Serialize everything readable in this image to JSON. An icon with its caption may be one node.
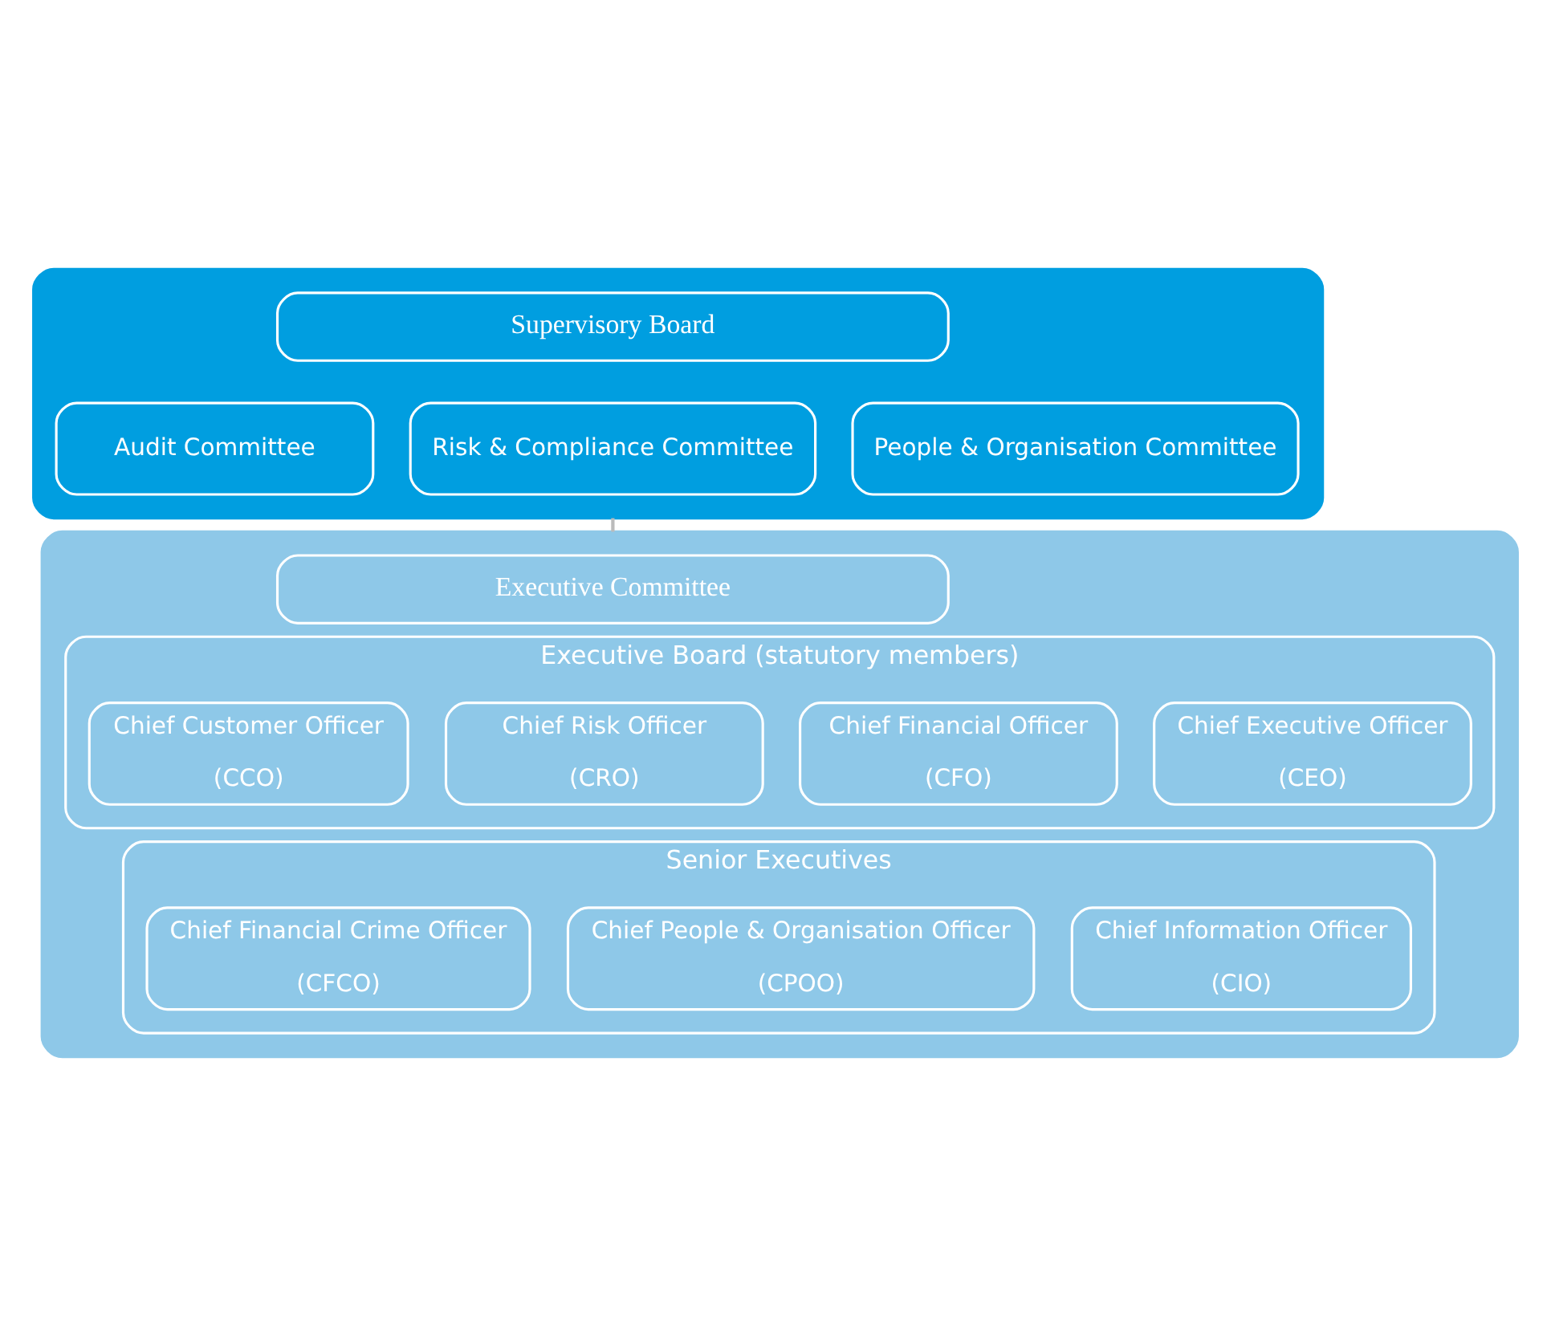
{
  "diagram": {
    "nodes": [
      {
        "text": [],
        "shape": "box"
      },
      {
        "text": [
          "Supervisory Board"
        ],
        "in": 0
      },
      {
        "text": [
          "Audit Committee"
        ],
        "in": 0
      },
      {
        "text": [
          "Risk & Compliance Committee"
        ],
        "in": 0
      },
      {
        "text": [
          "People & Organisation Committee"
        ],
        "in": 0
      },
      {
        "text": [],
        "shape": "box"
      },
      {
        "text": [
          "Executive Committee"
        ],
        "in": 5
      },
      {
        "text": [
          "Executive Board (statutory members)"
        ],
        "in": 5
      },
      {
        "text": [
          "Chief Executive Officer",
          "(CEO)"
        ],
        "in": 7
      },
      {
        "text": [
          "Chief Financial Officer",
          "(CFO)"
        ],
        "in": 7
      },
      {
        "text": [
          "Chief Risk Officer",
          "(CRO)"
        ],
        "in": 7
      },
      {
        "text": [
          "Chief Customer Officer",
          "(CCO)"
        ],
        "in": 7
      },
      {
        "text": [
          "Senior Executives"
        ],
        "in": 5
      },
      {
        "text": [
          "Chief Financial Crime Officer",
          "(CFCO)"
        ],
        "in": 12
      },
      {
        "text": [
          "Chief Information Officer",
          "(CIO)"
        ],
        "in": 12
      },
      {
        "text": [
          "Chief People & Organisation Officer",
          "(CPOO)"
        ],
        "in": 12
      }
    ],
    "edges": [
      {
        "from": 0,
        "to": 5,
        "arrow": "none"
      }
    ]
  }
}
